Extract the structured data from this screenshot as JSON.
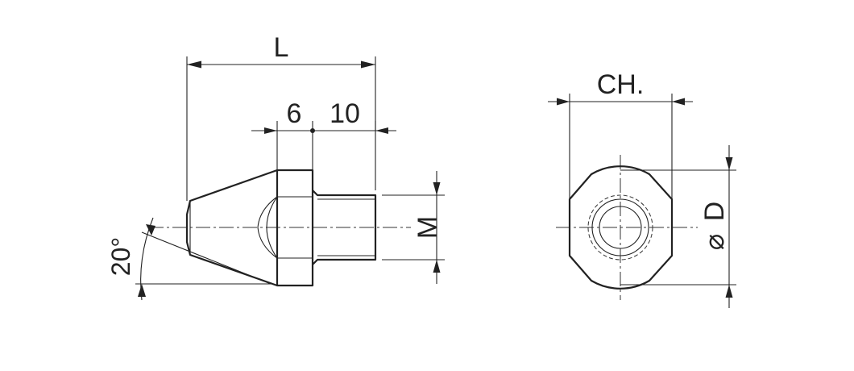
{
  "side_view": {
    "length_label": "L",
    "offset_label_a": "6",
    "offset_label_b": "10",
    "thread_label": "M",
    "angle_label": "20°"
  },
  "end_view": {
    "flats_label": "CH.",
    "diameter_label": "D",
    "diameter_symbol": "⌀"
  }
}
